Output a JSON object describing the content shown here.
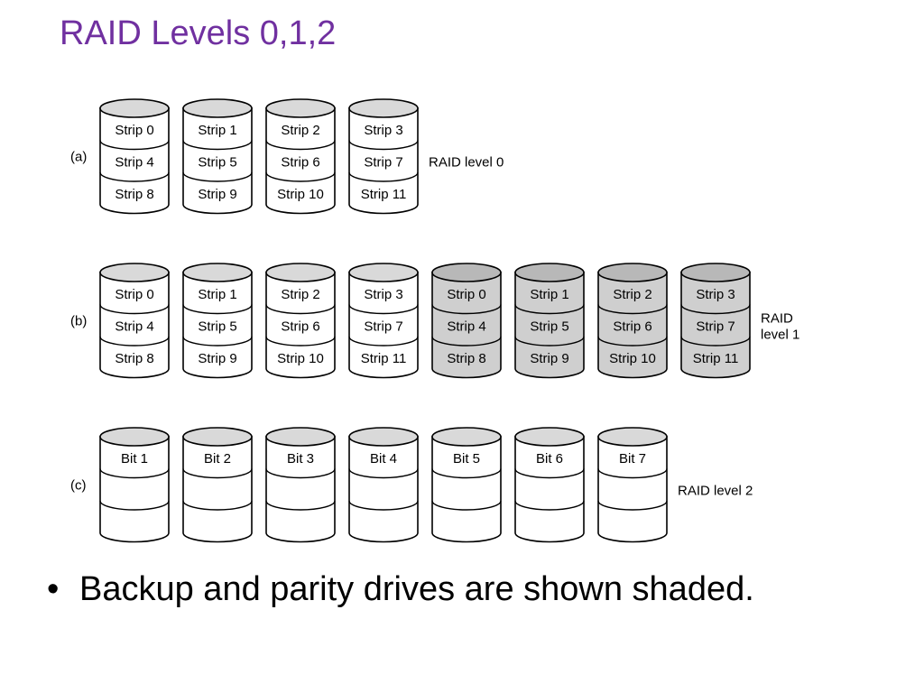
{
  "title": "RAID Levels 0,1,2",
  "bullet": "Backup and parity drives are shown shaded.",
  "colors": {
    "title": "#7030a0",
    "plain_body": "#ffffff",
    "plain_top": "#d9d9d9",
    "backup_body": "#cfcfcf",
    "backup_top": "#b8b8b8",
    "outline": "#000000"
  },
  "diagram": {
    "rows": [
      {
        "tag": "(a)",
        "label_lines": [
          "RAID level 0"
        ],
        "disks": [
          {
            "shaded": false,
            "cells": [
              "Strip 0",
              "Strip 4",
              "Strip 8"
            ]
          },
          {
            "shaded": false,
            "cells": [
              "Strip 1",
              "Strip 5",
              "Strip 9"
            ]
          },
          {
            "shaded": false,
            "cells": [
              "Strip 2",
              "Strip 6",
              "Strip 10"
            ]
          },
          {
            "shaded": false,
            "cells": [
              "Strip 3",
              "Strip 7",
              "Strip 11"
            ]
          }
        ]
      },
      {
        "tag": "(b)",
        "label_lines": [
          "RAID",
          "level 1"
        ],
        "disks": [
          {
            "shaded": false,
            "cells": [
              "Strip 0",
              "Strip 4",
              "Strip 8"
            ]
          },
          {
            "shaded": false,
            "cells": [
              "Strip 1",
              "Strip 5",
              "Strip 9"
            ]
          },
          {
            "shaded": false,
            "cells": [
              "Strip 2",
              "Strip 6",
              "Strip 10"
            ]
          },
          {
            "shaded": false,
            "cells": [
              "Strip 3",
              "Strip 7",
              "Strip 11"
            ]
          },
          {
            "shaded": true,
            "cells": [
              "Strip 0",
              "Strip 4",
              "Strip 8"
            ]
          },
          {
            "shaded": true,
            "cells": [
              "Strip 1",
              "Strip 5",
              "Strip 9"
            ]
          },
          {
            "shaded": true,
            "cells": [
              "Strip 2",
              "Strip 6",
              "Strip 10"
            ]
          },
          {
            "shaded": true,
            "cells": [
              "Strip 3",
              "Strip 7",
              "Strip 11"
            ]
          }
        ]
      },
      {
        "tag": "(c)",
        "label_lines": [
          "RAID level 2"
        ],
        "disks": [
          {
            "shaded": false,
            "cells": [
              "Bit 1",
              "",
              ""
            ]
          },
          {
            "shaded": false,
            "cells": [
              "Bit 2",
              "",
              ""
            ]
          },
          {
            "shaded": false,
            "cells": [
              "Bit 3",
              "",
              ""
            ]
          },
          {
            "shaded": false,
            "cells": [
              "Bit 4",
              "",
              ""
            ]
          },
          {
            "shaded": false,
            "cells": [
              "Bit 5",
              "",
              ""
            ]
          },
          {
            "shaded": false,
            "cells": [
              "Bit 6",
              "",
              ""
            ]
          },
          {
            "shaded": false,
            "cells": [
              "Bit 7",
              "",
              ""
            ]
          }
        ]
      }
    ]
  }
}
